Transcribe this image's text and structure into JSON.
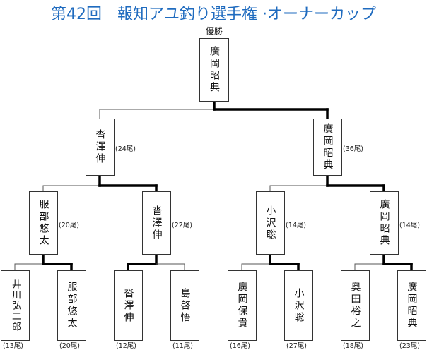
{
  "title": "第42回　報知アユ釣り選手権 ·オーナーカップ",
  "winner_label": "優勝",
  "colors": {
    "title": "#1f6bbf",
    "winner_line": "#000000",
    "loser_line": "#555555"
  },
  "champion": {
    "name": "廣岡昭典"
  },
  "final": [
    {
      "name": "沓澤伸",
      "score": "(24尾)",
      "won": false
    },
    {
      "name": "廣岡昭典",
      "score": "(36尾)",
      "won": true
    }
  ],
  "semifinal": [
    {
      "name": "服部悠太",
      "score": "(20尾)",
      "won": false
    },
    {
      "name": "沓澤伸",
      "score": "(22尾)",
      "won": true
    },
    {
      "name": "小沢聡",
      "score": "(14尾)",
      "won": false
    },
    {
      "name": "廣岡昭典",
      "score": "(14尾)",
      "won": true
    }
  ],
  "first_round": [
    {
      "name": "井川弘二郎",
      "score": "(13尾)",
      "won": false
    },
    {
      "name": "服部悠太",
      "score": "(20尾)",
      "won": true
    },
    {
      "name": "沓澤伸",
      "score": "(12尾)",
      "won": true
    },
    {
      "name": "島啓悟",
      "score": "(11尾)",
      "won": false
    },
    {
      "name": "廣岡保貴",
      "score": "(16尾)",
      "won": false
    },
    {
      "name": "小沢聡",
      "score": "(27尾)",
      "won": true
    },
    {
      "name": "奥田裕之",
      "score": "(18尾)",
      "won": false
    },
    {
      "name": "廣岡昭典",
      "score": "(23尾)",
      "won": true
    }
  ]
}
